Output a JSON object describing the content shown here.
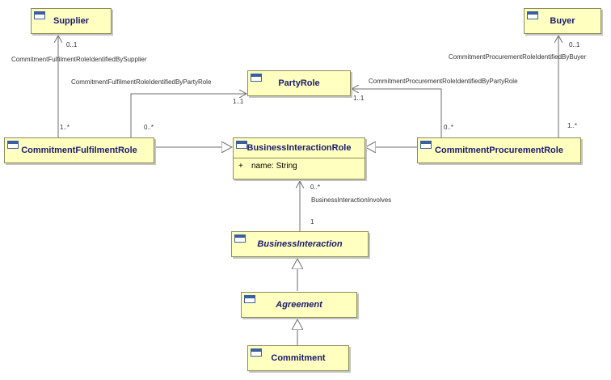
{
  "classes": {
    "supplier": "Supplier",
    "buyer": "Buyer",
    "party_role": "PartyRole",
    "fulfilment_role": "CommitmentFulfilmentRole",
    "procurement_role": "CommitmentProcurementRole",
    "business_interaction_role": "BusinessInteractionRole",
    "business_interaction": "BusinessInteraction",
    "agreement": "Agreement",
    "commitment": "Commitment"
  },
  "attributes": {
    "bir_visibility": "+",
    "bir_name": "name: String"
  },
  "associations": {
    "supplier_link": "CommitmentFulfilmentRoleIdentifiedBySupplier",
    "buyer_link": "CommitmentProcurementRoleIdentifiedByBuyer",
    "fulfil_party_link": "CommitmentFulfilmentRoleIdentifiedByPartyRole",
    "procure_party_link": "CommitmentProcurementRoleIdentifiedByPartyRole",
    "involves_link": "BusinessInteractionInvolves"
  },
  "multiplicities": {
    "supplier_end": "0..1",
    "fulfil_from_supplier": "1..*",
    "buyer_end": "0..1",
    "procure_from_buyer": "1..*",
    "party_left": "1..1",
    "party_right": "1..1",
    "fulfil_from_party": "0..*",
    "procure_from_party": "0..*",
    "bir_end": "0..*",
    "bi_end": "1"
  },
  "colors": {
    "class_fill": "#ffffc0",
    "class_border": "#8c8c5a",
    "class_text": "#1a1a6e",
    "line": "#6e6e6e"
  }
}
